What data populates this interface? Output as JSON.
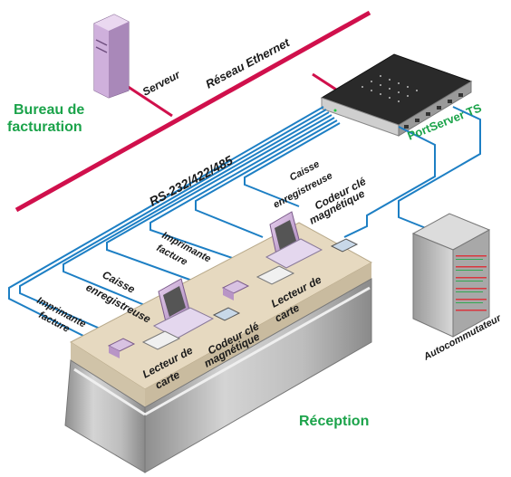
{
  "labels": {
    "serveur": "Serveur",
    "reseau": "Réseau Ethernet",
    "bureau_line1": "Bureau de",
    "bureau_line2": "facturation",
    "portserver": "PortServer TS",
    "rs232": "RS-232/422/485",
    "caisse_top_line1": "Caisse",
    "caisse_top_line2": "enregistreuse",
    "codeur_top_line1": "Codeur clé",
    "codeur_top_line2": "magnétique",
    "imprimante_mid_line1": "Imprimante",
    "imprimante_mid_line2": "facture",
    "caisse_left_line1": "Caisse",
    "caisse_left_line2": "enregistreuse",
    "lecteur_mid_line1": "Lecteur de",
    "lecteur_mid_line2": "carte",
    "imprimante_left_line1": "Imprimante",
    "imprimante_left_line2": "facture",
    "lecteur_front_line1": "Lecteur de",
    "lecteur_front_line2": "carte",
    "codeur_front_line1": "Codeur clé",
    "codeur_front_line2": "magnétique",
    "autocommutateur": "Autocommutateur",
    "reception": "Réception"
  },
  "colors": {
    "ethernet": "#d0104c",
    "serial": "#1d7fc4",
    "label_green": "#1ba34a",
    "counter_top": "#e6d9c0",
    "counter_side": "#a9a9a9",
    "device_purple": "#c8a6d6"
  }
}
